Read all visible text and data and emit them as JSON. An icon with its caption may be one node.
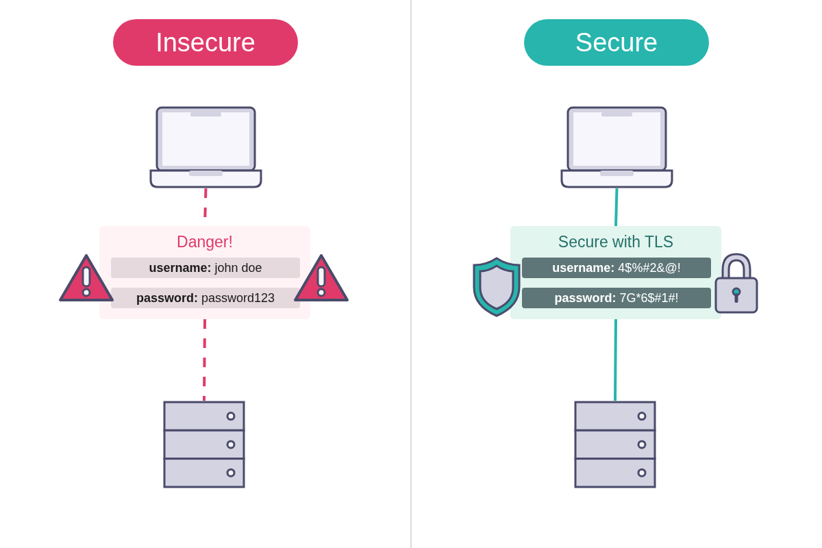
{
  "diagram": {
    "nodes": [
      {
        "text": [
          "Insecure"
        ]
      },
      {
        "text": [],
        "shape": "laptop"
      },
      {
        "text": [
          "Danger!"
        ]
      },
      {
        "text": [
          "**username:** john doe"
        ],
        "in": 2
      },
      {
        "text": [
          "**password:** password123"
        ],
        "in": 2
      },
      {
        "text": [],
        "shape": "server"
      },
      {
        "text": [
          "Secure"
        ]
      },
      {
        "text": [],
        "shape": "laptop"
      },
      {
        "text": [
          "Secure with TLS"
        ]
      },
      {
        "text": [
          "**username:** 4$%#2&@!"
        ],
        "in": 8
      },
      {
        "text": [
          "**password:** 7G*6$#1#!"
        ],
        "in": 8
      },
      {
        "text": [],
        "shape": "server"
      }
    ],
    "edges": [
      {
        "from": 1,
        "to": 2,
        "arrow": "none",
        "style": "dashed",
        "color": "#e03a6a"
      },
      {
        "from": 2,
        "to": 5,
        "arrow": "none",
        "style": "dashed",
        "color": "#e03a6a"
      },
      {
        "from": 7,
        "to": 8,
        "arrow": "none",
        "color": "#27b5ad"
      },
      {
        "from": 8,
        "to": 11,
        "arrow": "none",
        "color": "#27b5ad"
      }
    ]
  }
}
